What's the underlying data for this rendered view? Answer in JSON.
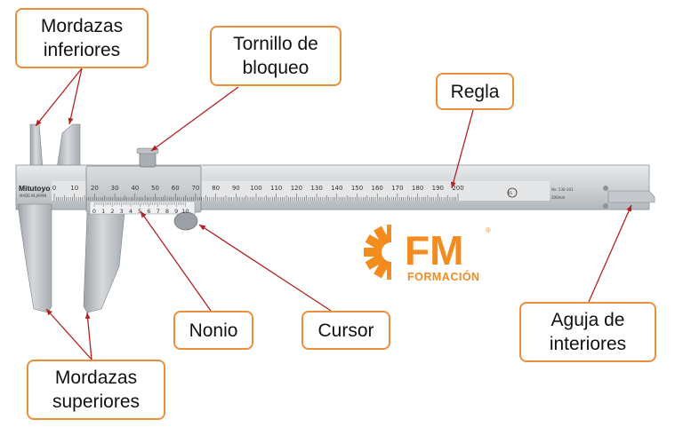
{
  "labels": {
    "mordazas_inferiores": [
      "Mordazas",
      "inferiores"
    ],
    "tornillo_bloqueo": [
      "Tornillo de",
      "bloqueo"
    ],
    "regla": [
      "Regla"
    ],
    "nonio": [
      "Nonio"
    ],
    "cursor": [
      "Cursor"
    ],
    "aguja_interiores": [
      "Aguja de",
      "interiores"
    ],
    "mordazas_superiores": [
      "Mordazas",
      "superiores"
    ]
  },
  "logo": {
    "letters": "FM",
    "subtitle": "FORMACIÓN",
    "mark": "®",
    "icon": "gear-icon"
  },
  "caliper": {
    "brand": "Mitutoyo",
    "brand_sub": "MADE IN JAPAN",
    "main_scale": [
      "0",
      "10",
      "20",
      "30",
      "40",
      "50",
      "60",
      "70",
      "80",
      "90",
      "100",
      "110",
      "120",
      "130",
      "140",
      "150",
      "160",
      "170",
      "180",
      "190",
      "200"
    ],
    "vernier_scale": [
      "0",
      "1",
      "2",
      "3",
      "4",
      "5",
      "6",
      "7",
      "8",
      "9",
      "10"
    ],
    "range": "200mm",
    "model_text": "No. 530-101",
    "mark_jis": "JIS"
  },
  "colors": {
    "accent": "#ED8E3C",
    "arrow": "#B22222",
    "logo": "#F28C1E",
    "steel": "#C9CDD1"
  }
}
